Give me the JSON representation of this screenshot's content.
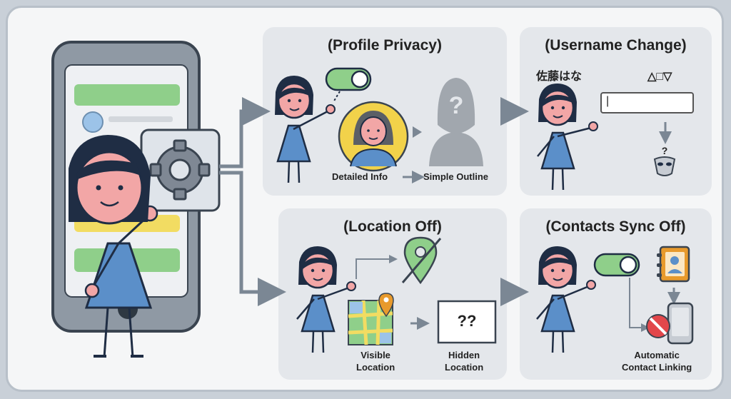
{
  "panels": {
    "profile": {
      "title": "(Profile Privacy)",
      "from_label": "Detailed Info",
      "to_label": "Simple Outline"
    },
    "username": {
      "title": "(Username Change)",
      "name_text": "佐藤はな",
      "masked_text": "△□▽",
      "field_cursor": "|"
    },
    "location": {
      "title": "(Location Off)",
      "visible_label_1": "Visible",
      "visible_label_2": "Location",
      "hidden_label_1": "Hidden",
      "hidden_label_2": "Location",
      "hidden_marks": "??"
    },
    "contacts": {
      "title": "(Contacts Sync Off)",
      "result_label_1": "Automatic",
      "result_label_2": "Contact Linking"
    }
  },
  "colors": {
    "accent_blue": "#5b8fc9",
    "skin": "#f2a6a6",
    "hair": "#1f2d44",
    "toggle_green": "#8fcf8a",
    "block": "#e2474b",
    "map_pin": "#e89a2c"
  }
}
